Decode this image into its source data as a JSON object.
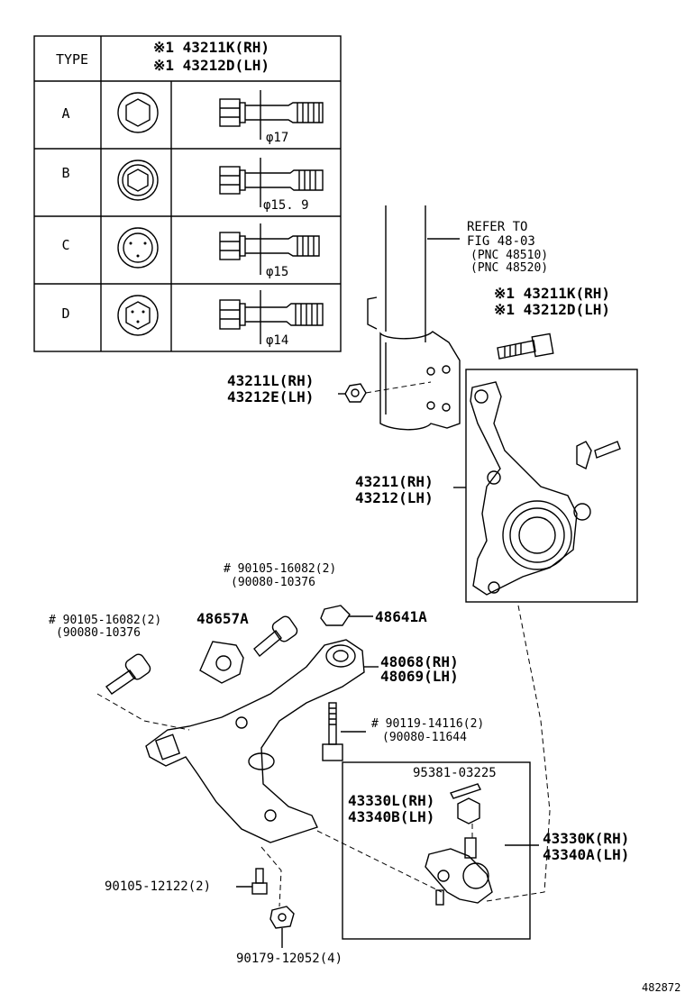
{
  "table": {
    "header_type": "TYPE",
    "header_part_rh": "※1  43211K(RH)",
    "header_part_lh": "※1  43212D(LH)",
    "rows": [
      {
        "type": "A",
        "dim": "φ17"
      },
      {
        "type": "B",
        "dim": "φ15. 9"
      },
      {
        "type": "C",
        "dim": "φ15"
      },
      {
        "type": "D",
        "dim": "φ14"
      }
    ]
  },
  "labels": {
    "refer_line1": "REFER  TO",
    "refer_line2": "FIG  48-03",
    "refer_line3": "(PNC  48510)",
    "refer_line4": "(PNC  48520)",
    "bolt_rh": "※1 43211K(RH)",
    "bolt_lh": "※1 43212D(LH)",
    "nut_rh": "43211L(RH)",
    "nut_lh": "43212E(LH)",
    "knuckle_rh": "43211(RH)",
    "knuckle_lh": "43212(LH)",
    "screw1_a": "# 90105-16082(2)",
    "screw1_b": "(90080-10376",
    "screw2_a": "# 90105-16082(2)",
    "screw2_b": "(90080-10376",
    "bracket": "48657A",
    "nut2": "48641A",
    "arm_rh": "48068(RH)",
    "arm_lh": "48069(LH)",
    "bolt3_a": "# 90119-14116(2)",
    "bolt3_b": "(90080-11644",
    "pin": "95381-03225",
    "castle_rh": "43330L(RH)",
    "castle_lh": "43340B(LH)",
    "joint_rh": "43330K(RH)",
    "joint_lh": "43340A(LH)",
    "bolt4": "90105-12122(2)",
    "nut4": "90179-12052(4)",
    "figure_id": "482872"
  }
}
